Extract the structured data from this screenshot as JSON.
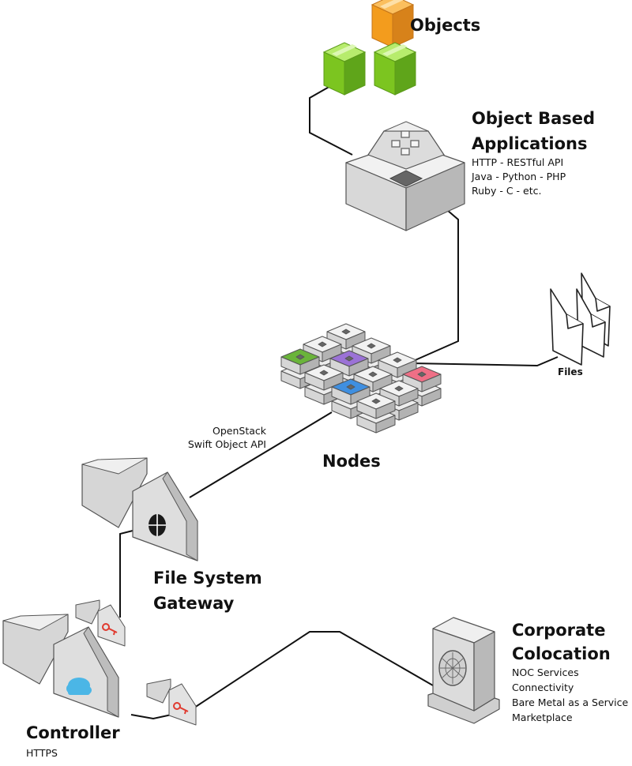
{
  "objects": {
    "label": "Objects",
    "colors": [
      "#f39c1d",
      "#7cc520",
      "#7cc520"
    ]
  },
  "object_apps": {
    "title_line1": "Object Based",
    "title_line2": "Applications",
    "details": [
      "HTTP - RESTful API",
      "Java - Python - PHP",
      "Ruby - C - etc."
    ]
  },
  "files": {
    "label": "Files"
  },
  "nodes": {
    "label": "Nodes",
    "accent_colors": {
      "green": "#6ab43a",
      "purple": "#9b72d6",
      "blue": "#3f8fe0",
      "pink": "#ef6f86"
    }
  },
  "openstack": {
    "line1": "OpenStack",
    "line2": "Swift Object API"
  },
  "gateway": {
    "line1": "File System",
    "line2": "Gateway"
  },
  "controller": {
    "title": "Controller",
    "sub": "HTTPS",
    "cloud_color": "#4bb6e6",
    "key_color": "#e03a2f"
  },
  "colocation": {
    "title_line1": "Corporate",
    "title_line2": "Colocation",
    "details": [
      "NOC Services",
      "Connectivity",
      "Bare Metal as a Service",
      "Marketplace"
    ]
  }
}
